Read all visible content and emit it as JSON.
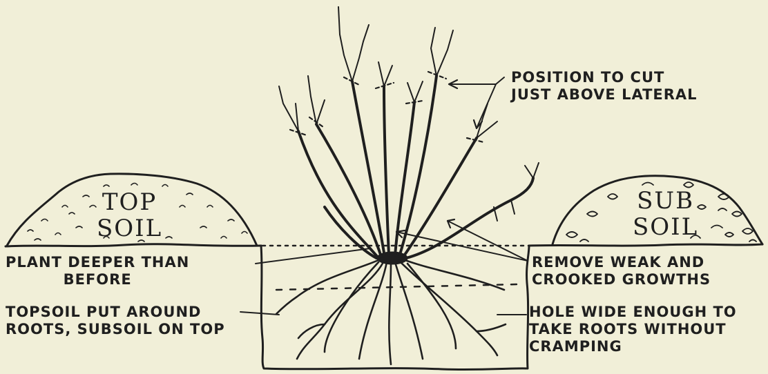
{
  "background_color": "#f1efd8",
  "ink_color": "#1f1f1f",
  "soil_piles": {
    "topsoil": {
      "line1": "TOP",
      "line2": "SOIL"
    },
    "subsoil": {
      "line1": "SUB",
      "line2": "SOIL"
    }
  },
  "labels": {
    "cut_position": {
      "line1": "POSITION TO CUT",
      "line2": "JUST ABOVE LATERAL"
    },
    "plant_deeper": {
      "line1": "PLANT DEEPER THAN",
      "line2": "BEFORE"
    },
    "topsoil_around": {
      "line1": "TOPSOIL PUT AROUND",
      "line2": "ROOTS, SUBSOIL ON TOP"
    },
    "remove_weak": {
      "line1": "REMOVE WEAK AND",
      "line2": "CROOKED GROWTHS"
    },
    "hole_wide": {
      "line1": "HOLE WIDE ENOUGH TO",
      "line2": "TAKE ROOTS WITHOUT",
      "line3": "CRAMPING"
    }
  }
}
